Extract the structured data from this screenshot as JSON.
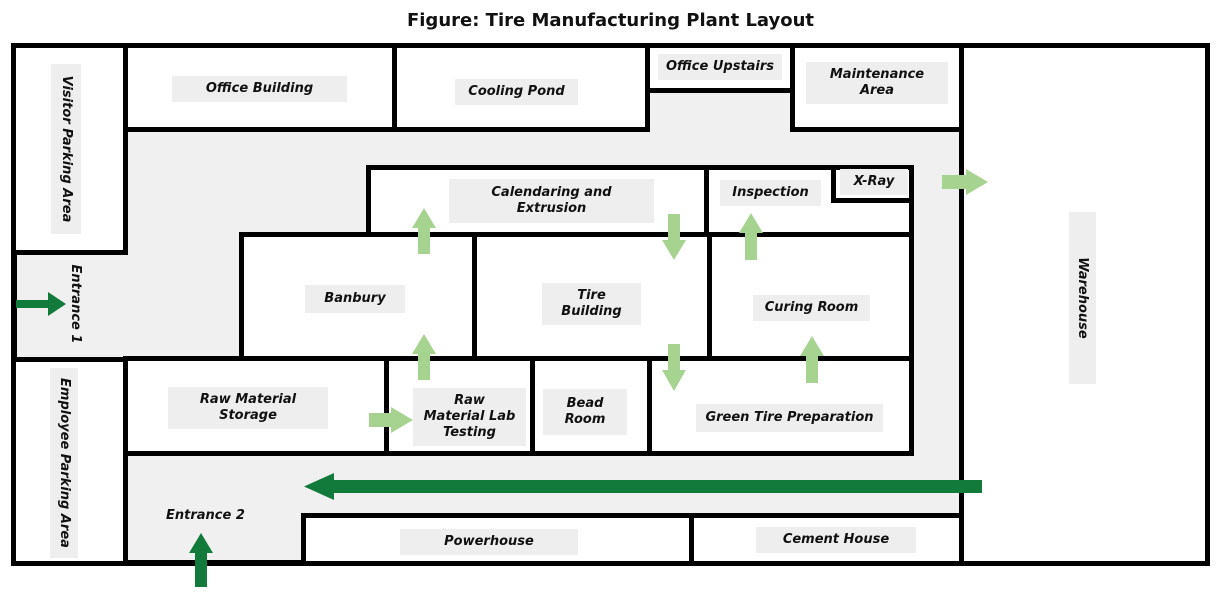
{
  "title": "Figure: Tire Manufacturing Plant Layout",
  "areas": {
    "visitor_parking": "Visitor Parking Area",
    "employee_parking": "Employee Parking Area",
    "office_building": "Office Building",
    "cooling_pond": "Cooling Pond",
    "office_upstairs": "Office Upstairs",
    "maintenance": "Maintenance\nArea",
    "calendaring": "Calendaring and\nExtrusion",
    "inspection": "Inspection",
    "xray": "X-Ray",
    "banbury": "Banbury",
    "tire_building": "Tire\nBuilding",
    "curing_room": "Curing Room",
    "raw_material_storage": "Raw Material\nStorage",
    "raw_material_lab": "Raw\nMaterial Lab\nTesting",
    "bead_room": "Bead\nRoom",
    "green_tire": "Green Tire Preparation",
    "warehouse": "Warehouse",
    "powerhouse": "Powerhouse",
    "cement_house": "Cement House",
    "entrance1": "Entrance 1",
    "entrance2": "Entrance 2"
  },
  "colors": {
    "flow_arrow": "#a6d38f",
    "entrance_arrow": "#127a3a",
    "wall": "#000000",
    "floor": "#f0f0f0"
  }
}
